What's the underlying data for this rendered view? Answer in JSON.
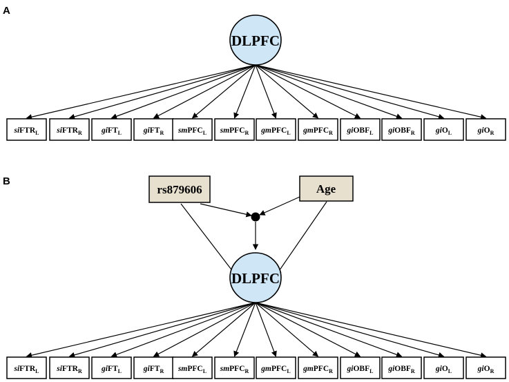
{
  "colors": {
    "latent_fill": "#cfe6f7",
    "covariate_fill": "#e8e0cf",
    "stroke": "#000000"
  },
  "panels": [
    {
      "label": "A",
      "latent": "DLPFC",
      "covariates": [],
      "indicators": [
        {
          "prefix": "si",
          "body": "FTR",
          "sub": "L"
        },
        {
          "prefix": "si",
          "body": "FTR",
          "sub": "R"
        },
        {
          "prefix": "gi",
          "body": "FT",
          "sub": "L"
        },
        {
          "prefix": "gi",
          "body": "FT",
          "sub": "R"
        },
        {
          "prefix": "sm",
          "body": "PFC",
          "sub": "L"
        },
        {
          "prefix": "sm",
          "body": "PFC",
          "sub": "R"
        },
        {
          "prefix": "gm",
          "body": "PFC",
          "sub": "L"
        },
        {
          "prefix": "gm",
          "body": "PFC",
          "sub": "R"
        },
        {
          "prefix": "gi",
          "body": "OBF",
          "sub": "L"
        },
        {
          "prefix": "gi",
          "body": "OBF",
          "sub": "R"
        },
        {
          "prefix": "gi",
          "body": "O",
          "sub": "L"
        },
        {
          "prefix": "gi",
          "body": "O",
          "sub": "R"
        }
      ]
    },
    {
      "label": "B",
      "latent": "DLPFC",
      "covariates": [
        "rs879606",
        "Age"
      ],
      "indicators": [
        {
          "prefix": "si",
          "body": "FTR",
          "sub": "L"
        },
        {
          "prefix": "si",
          "body": "FTR",
          "sub": "R"
        },
        {
          "prefix": "gi",
          "body": "FT",
          "sub": "L"
        },
        {
          "prefix": "gi",
          "body": "FT",
          "sub": "R"
        },
        {
          "prefix": "sm",
          "body": "PFC",
          "sub": "L"
        },
        {
          "prefix": "sm",
          "body": "PFC",
          "sub": "R"
        },
        {
          "prefix": "gm",
          "body": "PFC",
          "sub": "L"
        },
        {
          "prefix": "gm",
          "body": "PFC",
          "sub": "R"
        },
        {
          "prefix": "gi",
          "body": "OBF",
          "sub": "L"
        },
        {
          "prefix": "gi",
          "body": "OBF",
          "sub": "R"
        },
        {
          "prefix": "gi",
          "body": "O",
          "sub": "L"
        },
        {
          "prefix": "gi",
          "body": "O",
          "sub": "R"
        }
      ]
    }
  ]
}
